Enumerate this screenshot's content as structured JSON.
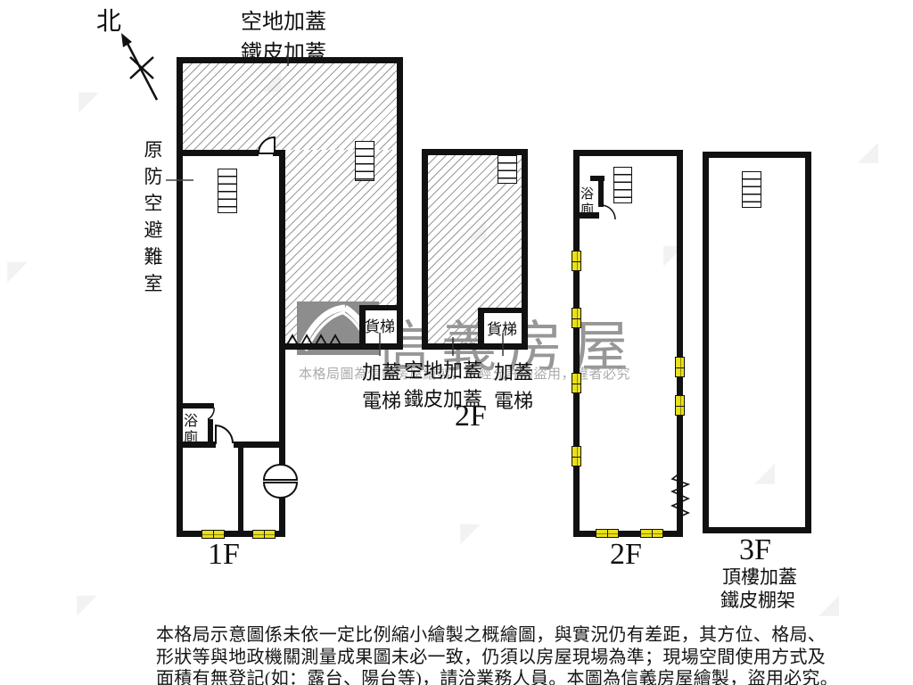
{
  "north": {
    "label": "北"
  },
  "annotations": {
    "top_line1": "空地加蓋",
    "top_line2": "鐵皮加蓋",
    "mid_left_line1": "加蓋",
    "mid_left_line2": "電梯",
    "mid_center_line1": "空地加蓋",
    "mid_center_line2": "鐵皮加蓋",
    "mid_right_line1": "加蓋",
    "mid_right_line2": "電梯",
    "roof_line1": "頂樓加蓋",
    "roof_line2": "鐵皮棚架"
  },
  "rooms": {
    "shelter": "原防空避難室",
    "bath_char1": "浴",
    "bath_char2": "廁",
    "freight": "貨梯"
  },
  "floors": {
    "f1": "1F",
    "f2_mid": "2F",
    "f2_right": "2F",
    "f3": "3F"
  },
  "watermark": {
    "brand": "信義房屋",
    "notice": "本格局圖為信義房屋繪製，未經允許勿盜用，違者必究"
  },
  "disclaimer": {
    "line1": "本格局示意圖係未依一定比例縮小繪製之概繪圖，與實況仍有差距，其方位、格局、",
    "line2": "形狀等與地政機關測量成果圖未必一致，仍須以房屋現場為準；現場空間使用方式及",
    "line3": "面積有無登記(如：露台、陽台等)，請洽業務人員。本圖為信義房屋繪製，盜用必究。"
  },
  "colors": {
    "wall": "#111111",
    "hatch_line": "#999999",
    "window_fill": "#e9e018",
    "watermark_grey": "#979797",
    "notice_grey": "#ababab"
  }
}
